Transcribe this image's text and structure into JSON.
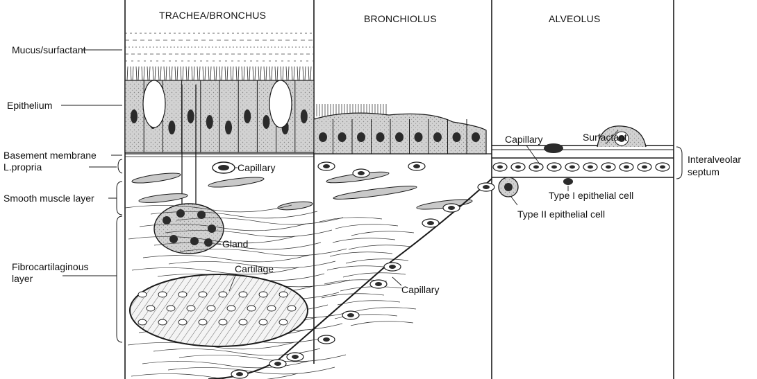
{
  "columns": {
    "trachea": "TRACHEA/BRONCHUS",
    "bronchiolus": "BRONCHIOLUS",
    "alveolus": "ALVEOLUS"
  },
  "left_labels": {
    "mucus": "Mucus/surfactant",
    "epithelium": "Epithelium",
    "basement": "Basement membrane",
    "propria": "L.propria",
    "smooth_muscle": "Smooth muscle layer",
    "fibro_line1": "Fibrocartilaginous",
    "fibro_line2": "layer"
  },
  "inner_labels": {
    "capillary_trachea": "Capillary",
    "gland": "Gland",
    "cartilage": "Cartilage",
    "capillary_bronchiolus": "Capillary",
    "capillary_alveolus": "Capillary",
    "surfactant": "Surfactant",
    "type1": "Type I epithelial cell",
    "type2": "Type II epithelial cell"
  },
  "right_labels": {
    "septum_line1": "Interalveolar",
    "septum_line2": "septum"
  },
  "colors": {
    "ink": "#1a1a1a",
    "cell_fill": "#c9c9c9",
    "nucleus": "#2b2b2b",
    "background": "#ffffff"
  }
}
